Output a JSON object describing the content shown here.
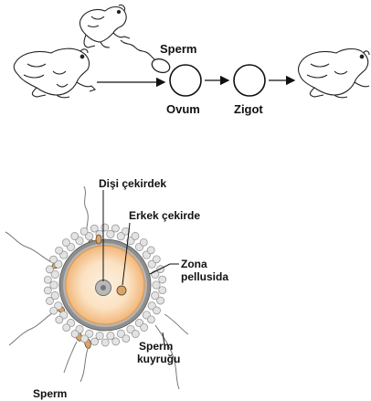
{
  "top_diagram": {
    "labels": {
      "sperm": "Sperm",
      "ovum": "Ovum",
      "zygote": "Zigot"
    }
  },
  "bottom_diagram": {
    "labels": {
      "female_nucleus": "Dişi çekirdek",
      "male_nucleus": "Erkek çekirde",
      "zona_line1": "Zona",
      "zona_line2": "pellusida",
      "sperm_tail_line1": "Sperm",
      "sperm_tail_line2": "kuyruğu",
      "sperm": "Sperm"
    },
    "colors": {
      "cytoplasm_outer": "#f4c896",
      "cytoplasm_inner": "#fbe7cf",
      "zona": "#9a9a9a",
      "corona_cells": "#dadada",
      "sperm_head": "#d9a56a"
    }
  }
}
